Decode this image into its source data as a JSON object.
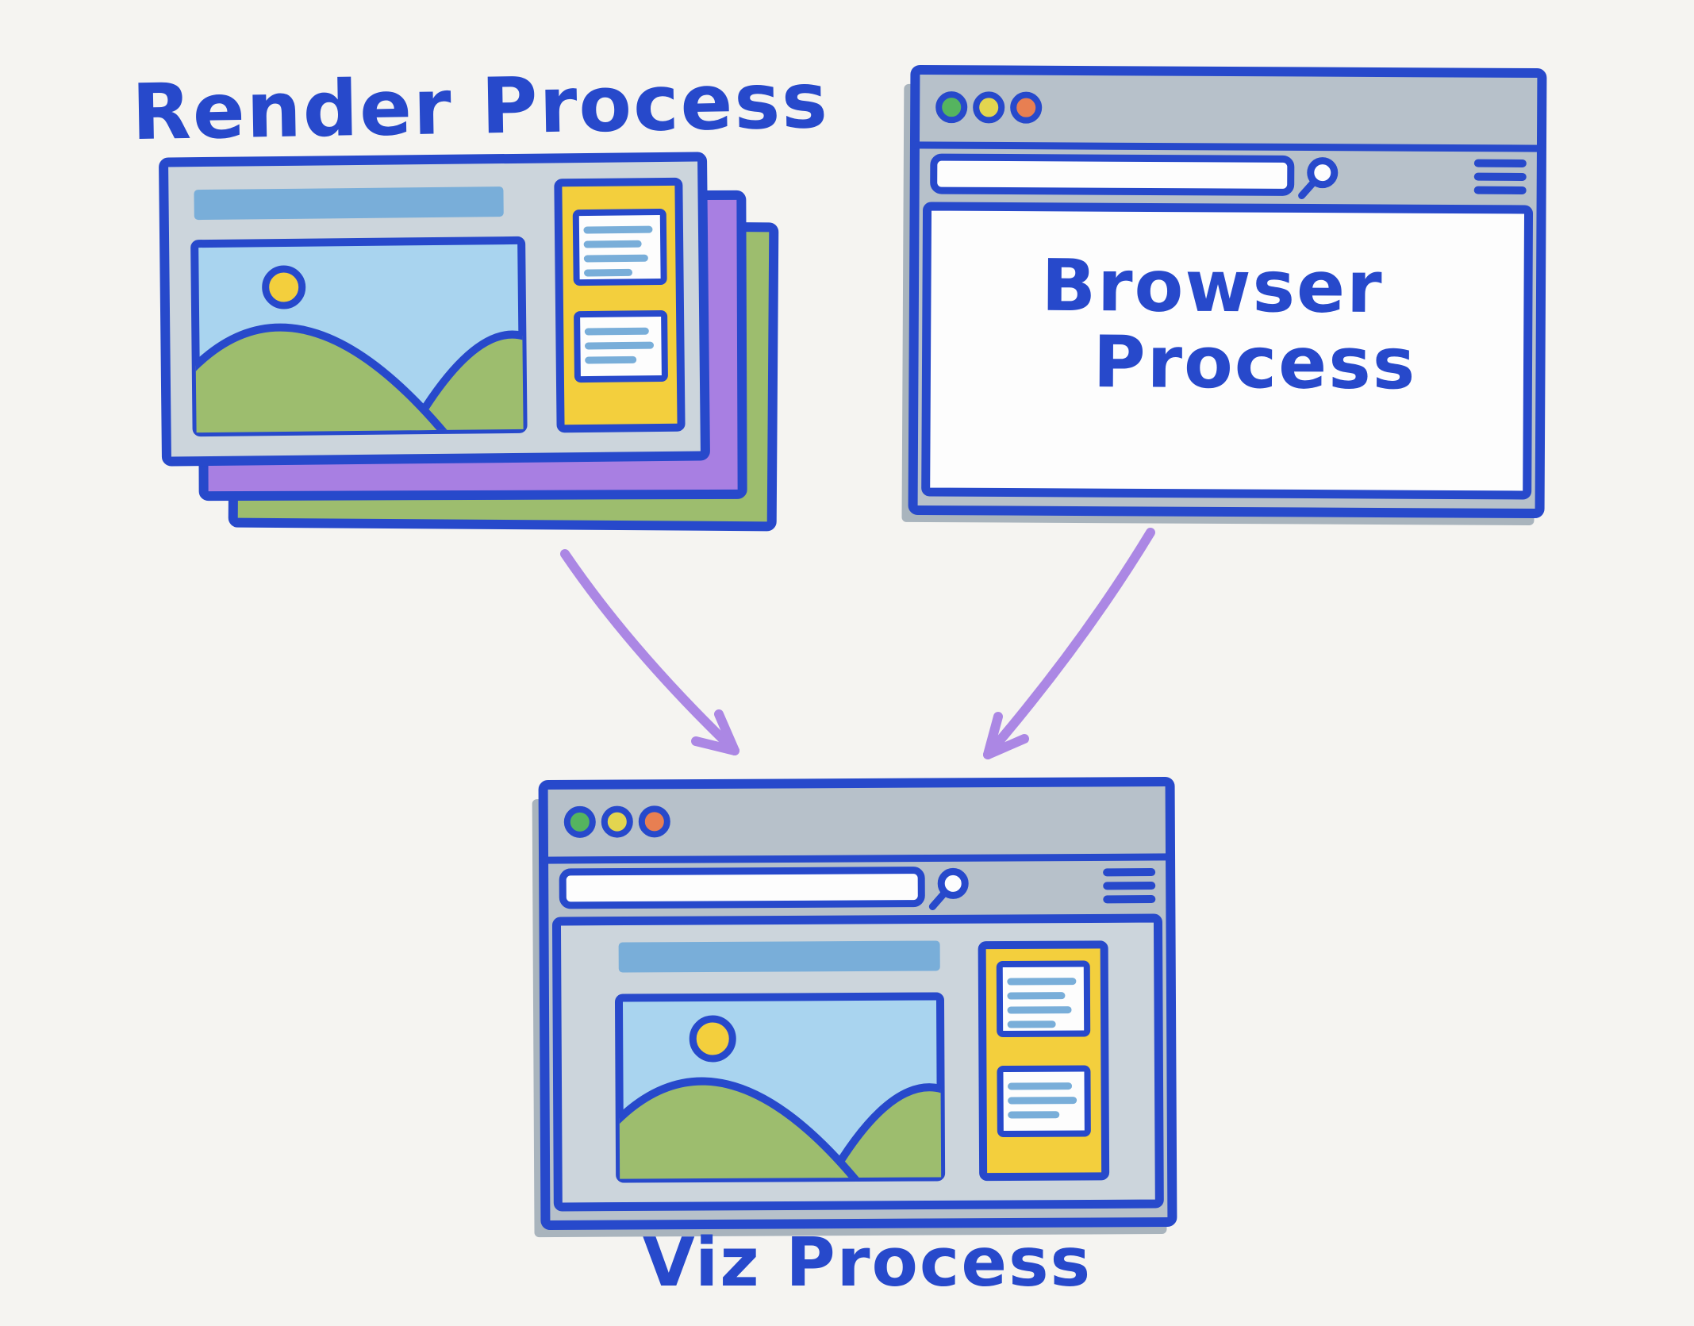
{
  "labels": {
    "render_process": "Render Process",
    "browser_line1": "Browser",
    "browser_line2": "Process",
    "viz_process": "Viz Process"
  },
  "colors": {
    "background": "#f5f4f1",
    "ink": "#2749cb",
    "chrome": "#b7c1ca",
    "panel": "#ccd5dc",
    "steel": "#79aed9",
    "sky": "#a9d4ef",
    "green": "#9dbd6e",
    "yellow": "#f3cf3d",
    "purple": "#a87fe2",
    "arrow": "#ab87e4",
    "white": "#fdfdfd",
    "shadow": "#a9b4bd",
    "dot_green": "#55b45f",
    "dot_yellow": "#e3d54f",
    "dot_orange": "#e87f52"
  },
  "diagram": {
    "type": "flow",
    "nodes": [
      {
        "id": "render-process",
        "label": "Render Process",
        "depiction": "stack of rendered web page frames"
      },
      {
        "id": "browser-process",
        "label": "Browser Process",
        "depiction": "browser window with empty content area"
      },
      {
        "id": "viz-process",
        "label": "Viz Process",
        "depiction": "browser window showing composited web page"
      }
    ],
    "edges": [
      {
        "from": "render-process",
        "to": "viz-process"
      },
      {
        "from": "browser-process",
        "to": "viz-process"
      }
    ]
  }
}
